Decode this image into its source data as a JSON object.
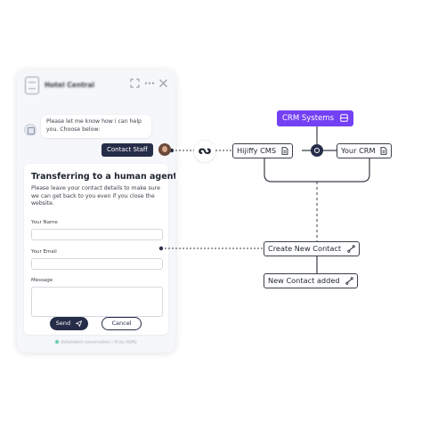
{
  "widget": {
    "hotel_name": "Hotel Central",
    "bot_message": "Please let me know how i can help you. Choose below:",
    "contact_staff_label": "Contact Staff",
    "form": {
      "title": "Transferring to a human agent",
      "description": "Please leave your contact details to make sure we can get back to you even if you close the website.",
      "name_label": "Your Name",
      "email_label": "Your Email",
      "message_label": "Message",
      "name_value": "",
      "email_value": "",
      "message_value": "",
      "send_label": "Send",
      "cancel_label": "Cancel"
    },
    "footer_text": "Automated conversation | AI by Hijiffy"
  },
  "flow": {
    "crm_systems_label": "CRM Systems",
    "hijiffy_cms_label": "Hijiffy CMS",
    "your_crm_label": "Your CRM",
    "create_contact_label": "Create New Contact",
    "contact_added_label": "New Contact added",
    "hijiffy_logo_glyph": "ᔓ"
  },
  "icons": {
    "expand": "expand-icon",
    "more": "more-icon",
    "close": "close-icon",
    "send": "send-icon",
    "database": "database-icon",
    "document": "document-icon",
    "link": "link-icon"
  },
  "colors": {
    "accent_purple": "#7440f4",
    "button_navy": "#262d49",
    "status_green": "#58c9a0"
  }
}
